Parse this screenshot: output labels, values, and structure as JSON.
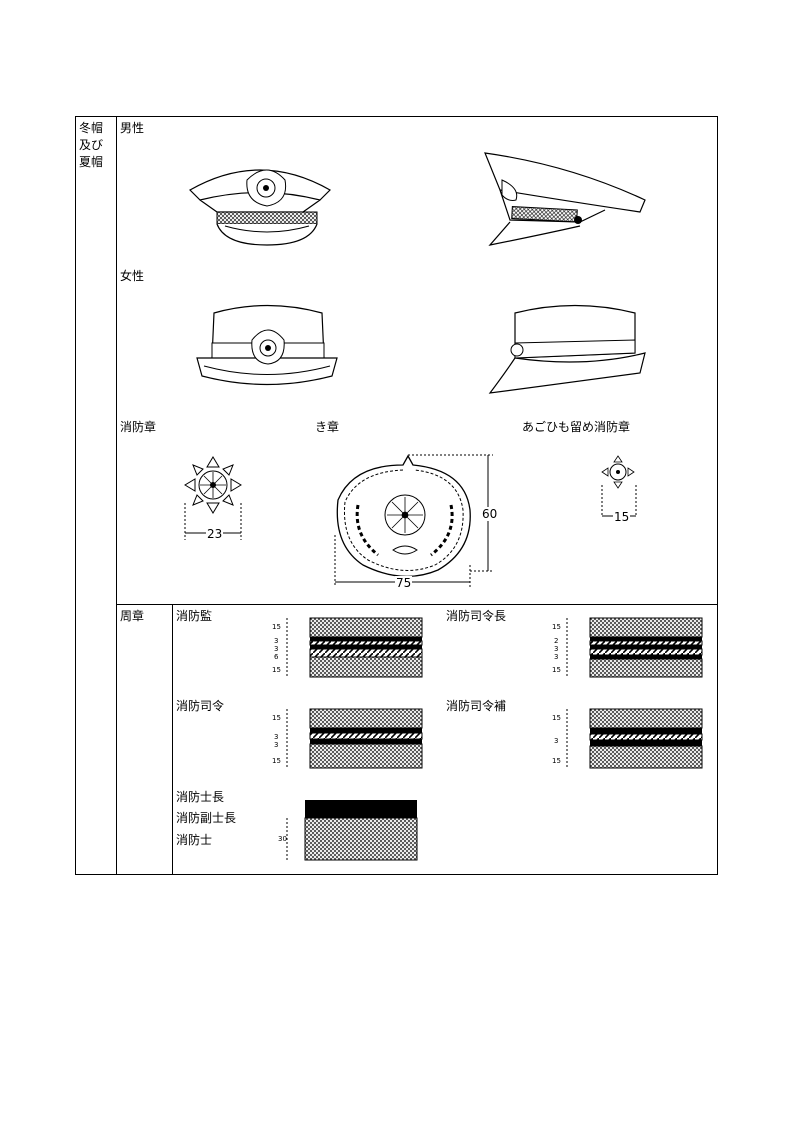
{
  "row_header": [
    "冬帽",
    "及び",
    "夏帽"
  ],
  "sections": {
    "male": "男性",
    "female": "女性",
    "shoubousho": "消防章",
    "kishou": "き章",
    "agohi": "あごひも留め消防章"
  },
  "dimensions": {
    "shoubousho_width": "23",
    "kishou_width": "75",
    "kishou_height": "60",
    "agohi_width": "15"
  },
  "band": {
    "label": "周章",
    "ranks": [
      {
        "name": "消防監",
        "dims": [
          "15",
          "3",
          "3",
          "6",
          "15"
        ]
      },
      {
        "name": "消防司令長",
        "dims": [
          "15",
          "2",
          "3",
          "3",
          "15"
        ]
      },
      {
        "name": "消防司令",
        "dims": [
          "15",
          "3",
          "3",
          "15"
        ]
      },
      {
        "name": "消防司令補",
        "dims": [
          "15",
          "3",
          "15"
        ]
      }
    ],
    "lower_ranks": [
      "消防士長",
      "消防副士長",
      "消防士"
    ],
    "lower_dim": "30"
  }
}
